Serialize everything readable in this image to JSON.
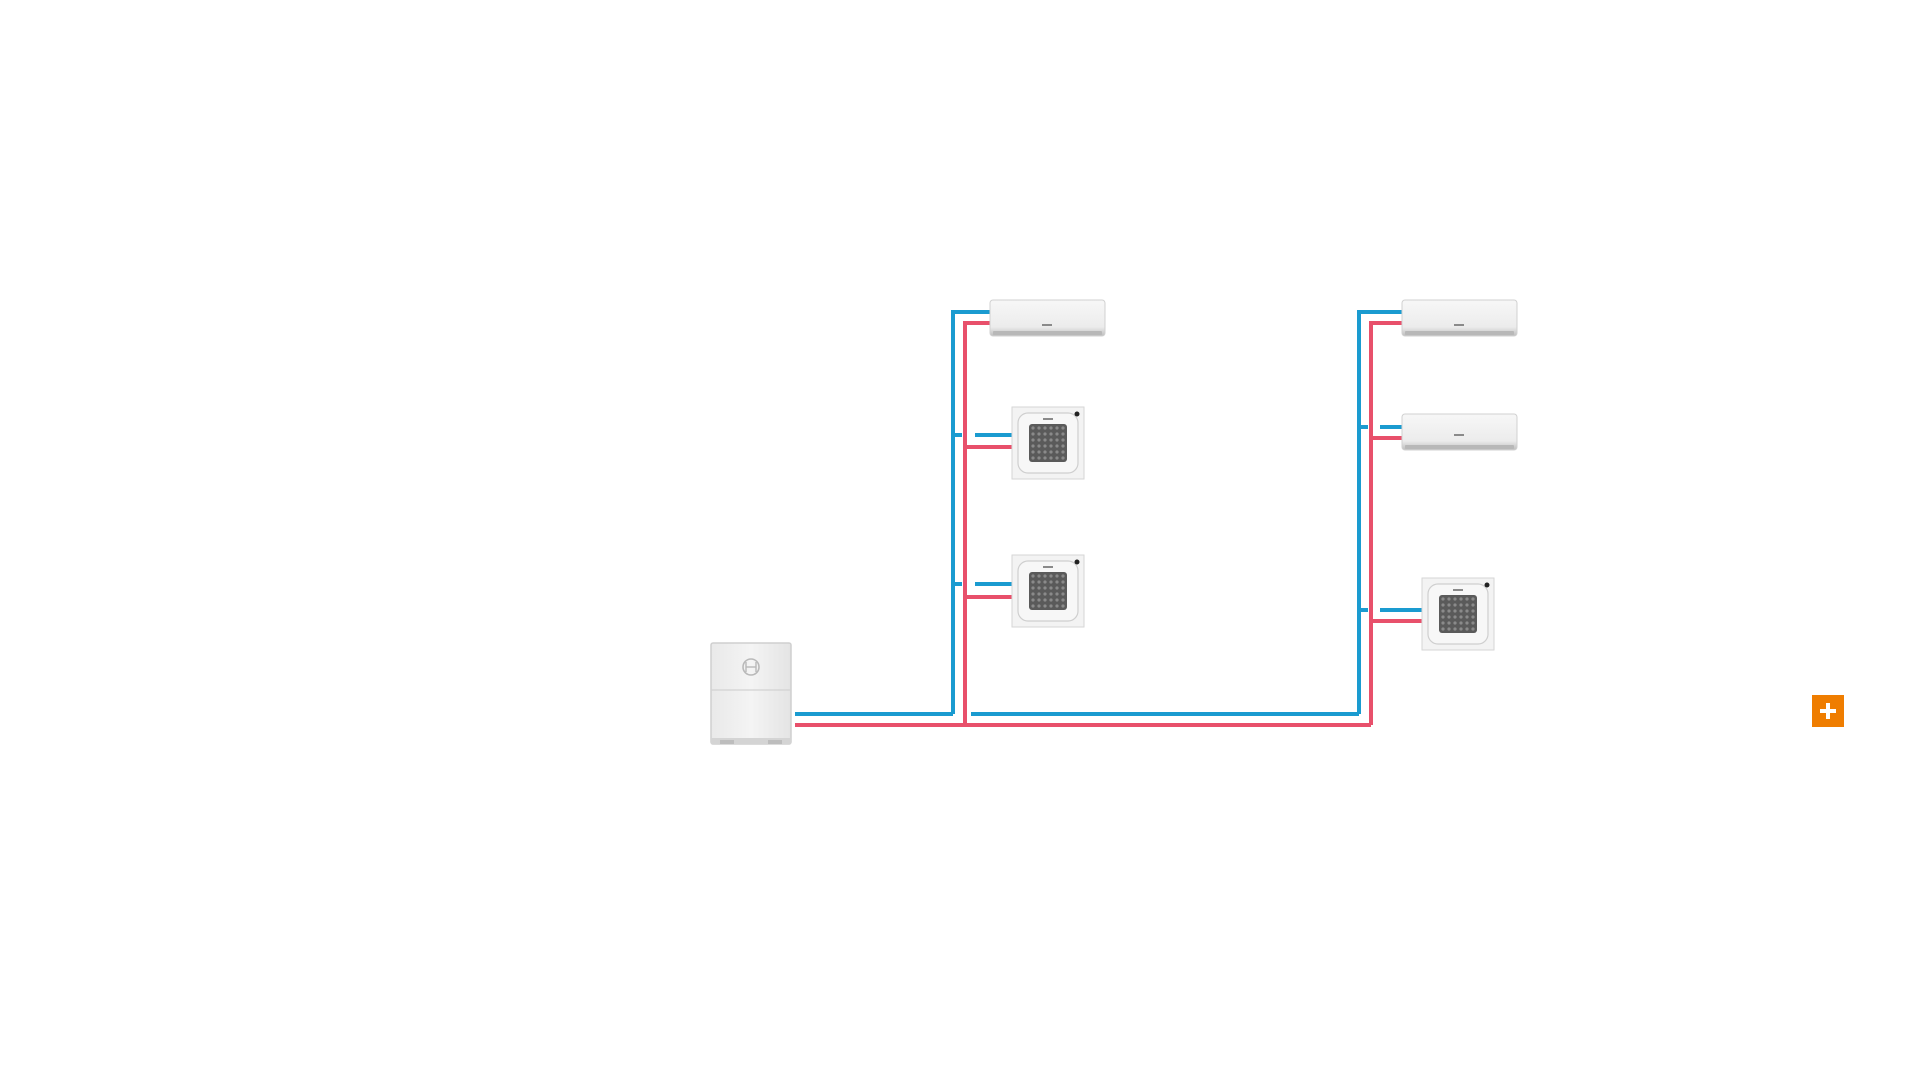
{
  "colors": {
    "background": "#ffffff",
    "liquid_pipe": "#1a9bd0",
    "gas_pipe": "#e8506b",
    "unit_body": "#f0f0f0",
    "unit_edge": "#cfcfcf",
    "accent": "#ef7d00"
  },
  "outdoor_unit": {
    "name": "outdoor-unit",
    "logo_icon": "bosch-logo-icon"
  },
  "branches": [
    {
      "name": "branch-left",
      "units": [
        {
          "type": "wall-mounted",
          "name": "indoor-unit-wall-1"
        },
        {
          "type": "cassette",
          "name": "indoor-unit-cassette-1"
        },
        {
          "type": "cassette",
          "name": "indoor-unit-cassette-2"
        }
      ]
    },
    {
      "name": "branch-right",
      "units": [
        {
          "type": "wall-mounted",
          "name": "indoor-unit-wall-2"
        },
        {
          "type": "wall-mounted",
          "name": "indoor-unit-wall-3"
        },
        {
          "type": "cassette",
          "name": "indoor-unit-cassette-3"
        }
      ]
    }
  ],
  "add_button": {
    "icon": "plus-icon"
  }
}
